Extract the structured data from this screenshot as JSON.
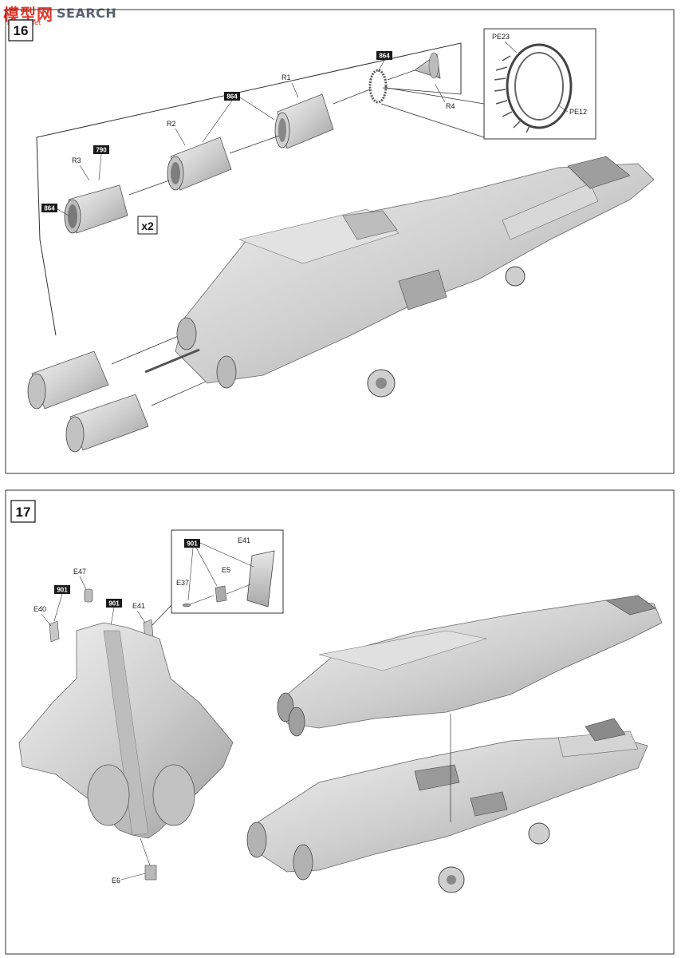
{
  "watermark": {
    "logo": "模型网",
    "text": "SEARCH",
    "url": "moxing.net"
  },
  "step16": {
    "number": "16",
    "multiplier": "x2",
    "labels": {
      "r1": "R1",
      "r2": "R2",
      "r3": "R3",
      "r4": "R4",
      "pe23": "PE23",
      "pe12": "PE12"
    },
    "paint_codes": {
      "c864_a": "864",
      "c864_b": "864",
      "c864_c": "864",
      "c790": "790"
    }
  },
  "step17": {
    "number": "17",
    "labels": {
      "e47": "E47",
      "e40": "E40",
      "e41_a": "E41",
      "e41_b": "E41",
      "e37": "E37",
      "e5": "E5",
      "e6": "E6"
    },
    "paint_codes": {
      "c901_a": "901",
      "c901_b": "901",
      "c901_c": "901"
    }
  },
  "colors": {
    "part_fill": "#d6d6d6",
    "part_dark": "#9a9a9a",
    "tag_fill": "#1a1a1a",
    "frame": "#333333"
  }
}
